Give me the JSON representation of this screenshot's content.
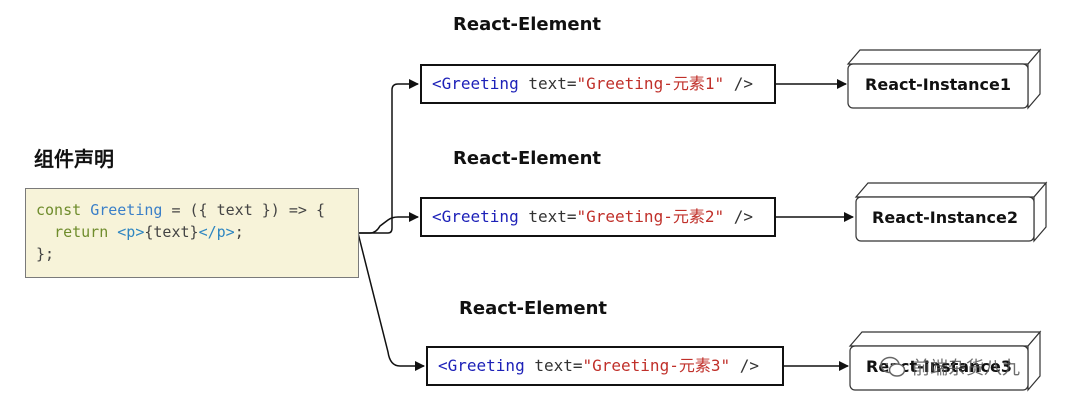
{
  "title": "组件声明",
  "code": {
    "line1": {
      "kw": "const",
      "fn": "Greeting",
      "rest": " = ({ text }) => {"
    },
    "line2": {
      "kw": "return",
      "tag_open": "<p>",
      "expr": "{text}",
      "tag_close": "</p>",
      "semi": ";"
    },
    "line3": "};"
  },
  "elements": [
    {
      "heading": "React-Element",
      "comp": "<Greeting",
      "attr": " text=",
      "str": "\"Greeting-元素1\"",
      "end": " />",
      "instance": "React-Instance1"
    },
    {
      "heading": "React-Element",
      "comp": "<Greeting",
      "attr": " text=",
      "str": "\"Greeting-元素2\"",
      "end": " />",
      "instance": "React-Instance2"
    },
    {
      "heading": "React-Element",
      "comp": "<Greeting",
      "attr": " text=",
      "str": "\"Greeting-元素3\"",
      "end": " />",
      "instance": "React-Instance3"
    }
  ],
  "watermark": "前端杂货八九",
  "colors": {
    "code_bg": "#f7f3d9",
    "component": "#1d21b8",
    "string": "#c0302a",
    "keyword": "#6f8c2c"
  }
}
